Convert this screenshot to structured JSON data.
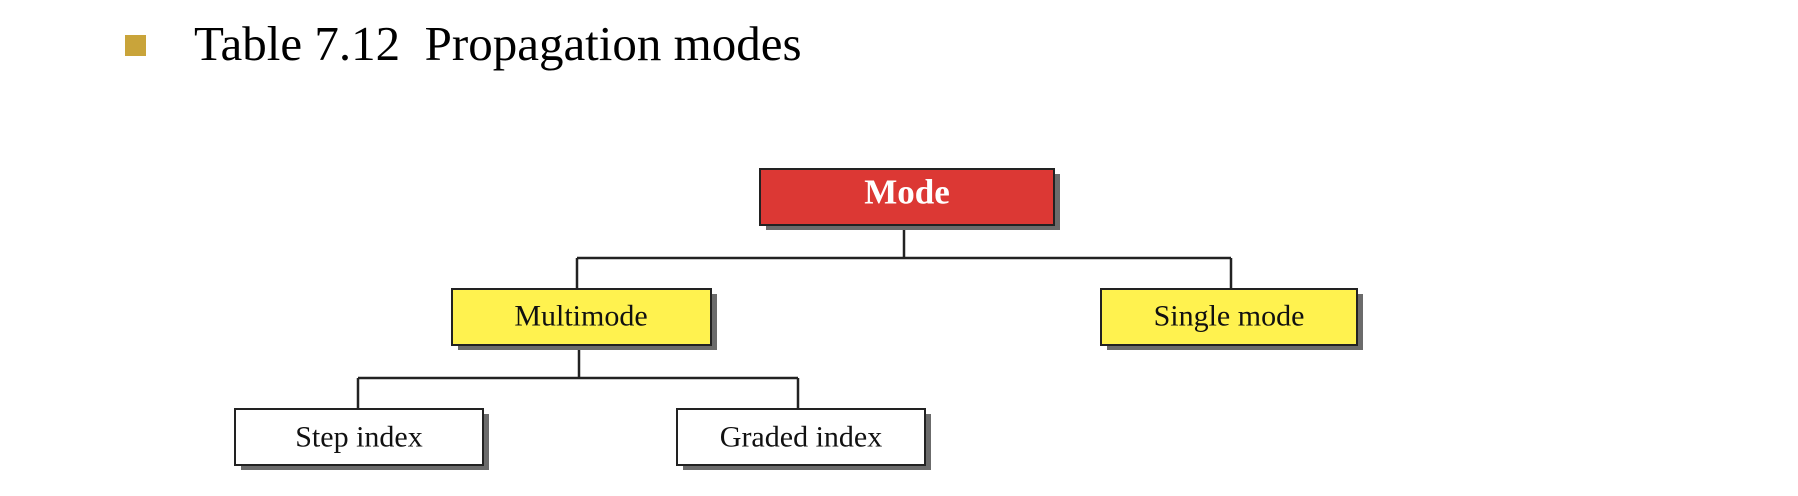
{
  "slide": {
    "title": "Table 7.12  Propagation modes"
  },
  "colors": {
    "bullet": "#c9a43a",
    "root_fill": "#dc3834",
    "root_text": "#ffffff",
    "level1_fill": "#fff24f",
    "leaf_fill": "#ffffff",
    "border": "#222222",
    "shadow": "#6b6b6b",
    "connector": "#222222"
  },
  "diagram": {
    "root": {
      "label": "Mode"
    },
    "multimode": {
      "label": "Multimode"
    },
    "single_mode": {
      "label": "Single mode"
    },
    "step_index": {
      "label": "Step index"
    },
    "graded_index": {
      "label": "Graded index"
    }
  }
}
